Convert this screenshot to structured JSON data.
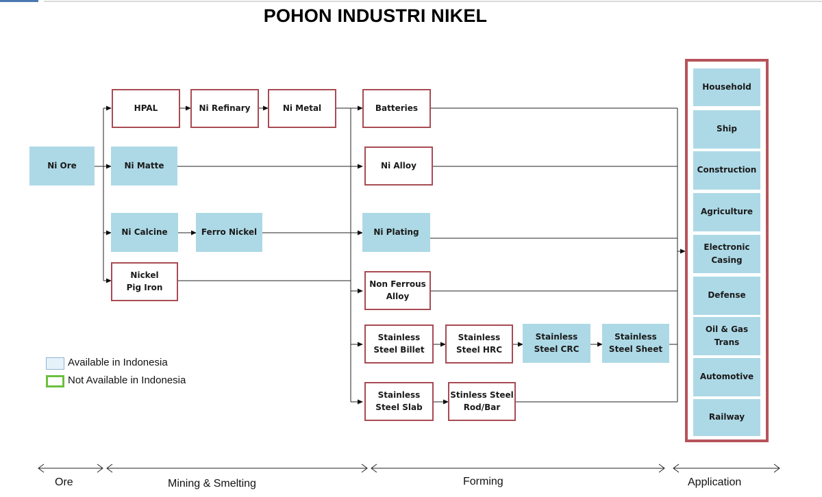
{
  "title": "POHON INDUSTRI NIKEL",
  "nodes": {
    "ni_ore": "Ni Ore",
    "hpal": "HPAL",
    "ni_refinary": "Ni Refinary",
    "ni_metal": "Ni Metal",
    "ni_matte": "Ni Matte",
    "ni_calcine": "Ni Calcine",
    "ferro_nickel": "Ferro Nickel",
    "nickel_pig_iron": [
      "Nickel",
      "Pig Iron"
    ],
    "batteries": "Batteries",
    "ni_alloy": "Ni Alloy",
    "ni_plating": "Ni Plating",
    "non_ferrous_alloy": [
      "Non Ferrous",
      "Alloy"
    ],
    "stainless_steel_billet": [
      "Stainless",
      "Steel Billet"
    ],
    "stainless_steel_hrc": [
      "Stainless",
      "Steel HRC"
    ],
    "stainless_steel_crc": [
      "Stainless",
      "Steel CRC"
    ],
    "stainless_steel_sheet": [
      "Stainless",
      "Steel Sheet"
    ],
    "stainless_steel_slab": [
      "Stainless",
      "Steel Slab"
    ],
    "stinless_steel_rod_bar": [
      "Stinless Steel",
      "Rod/Bar"
    ]
  },
  "applications": [
    [
      "Household"
    ],
    [
      "Ship"
    ],
    [
      "Construction"
    ],
    [
      "Agriculture"
    ],
    [
      "Electronic",
      "Casing"
    ],
    [
      "Defense"
    ],
    [
      "Oil & Gas",
      "Trans"
    ],
    [
      "Automotive"
    ],
    [
      "Railway"
    ]
  ],
  "legend": {
    "available": "Available in Indonesia",
    "not_available": "Not Available in Indonesia",
    "available_color": "#add9e6",
    "not_available_color": "#6cbf3f"
  },
  "stages": {
    "ore": "Ore",
    "mining": "Mining & Smelting",
    "forming": "Forming",
    "application": "Application"
  },
  "colors": {
    "available_fill": "#add9e6",
    "not_available_border": "#a84a52",
    "application_frame": "#b6535b"
  }
}
